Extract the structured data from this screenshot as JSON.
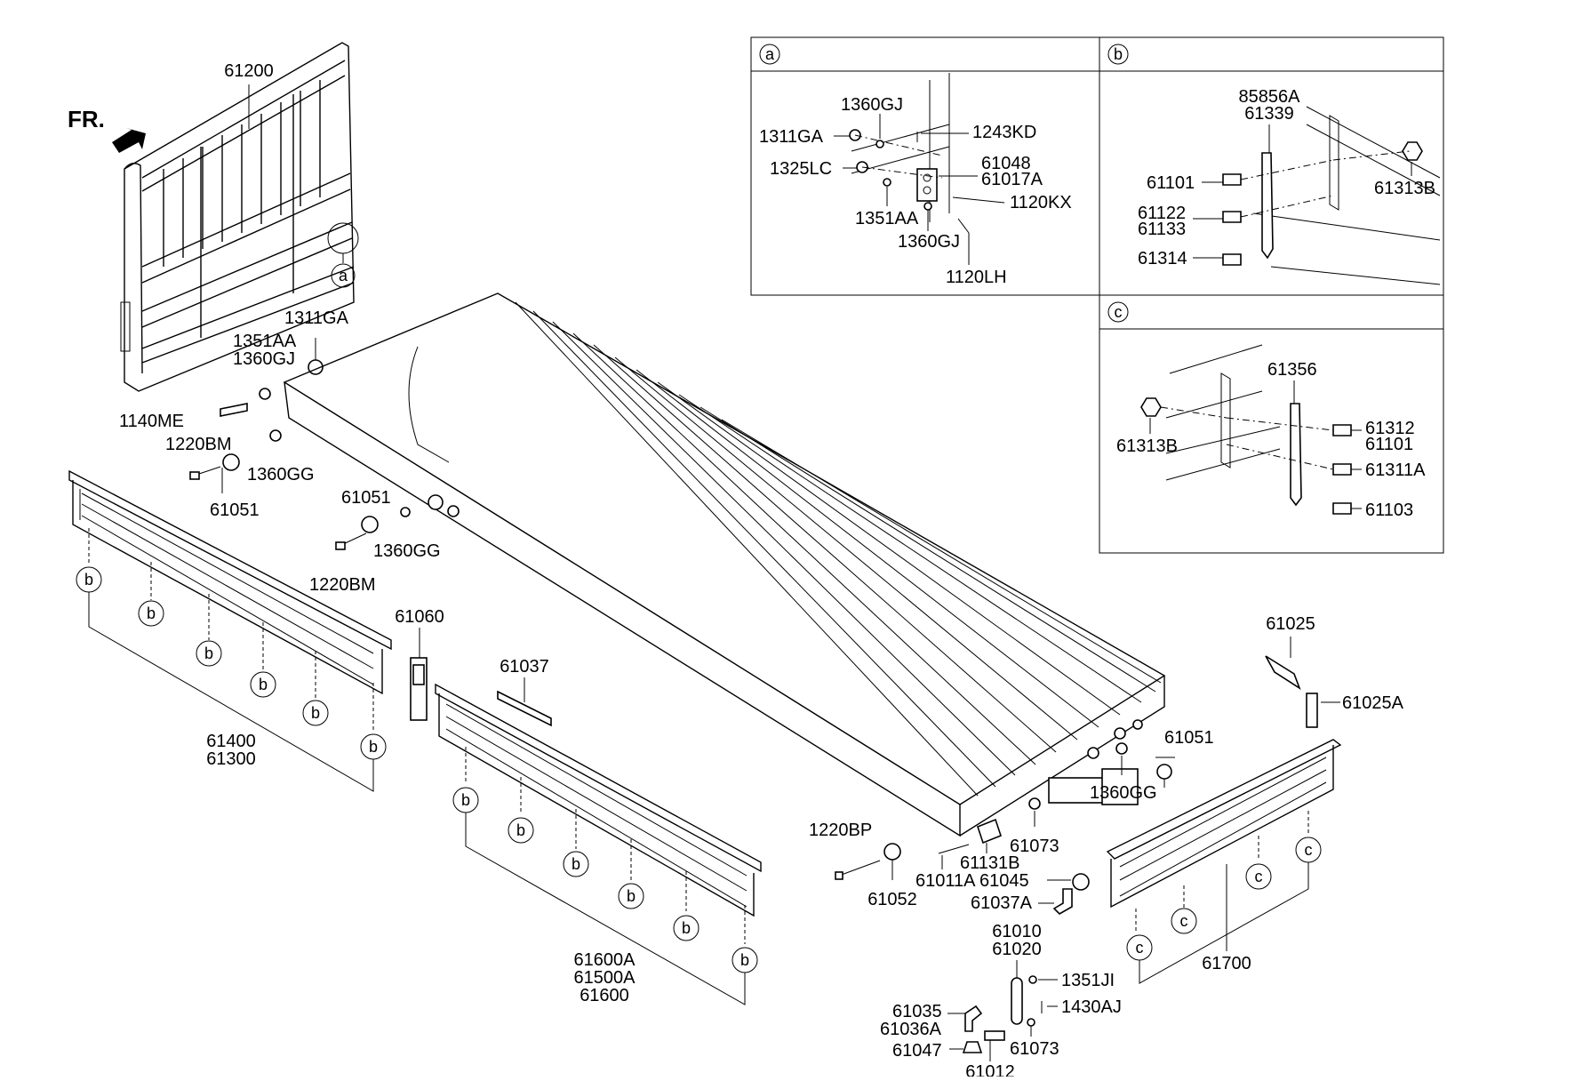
{
  "direction_label": "FR.",
  "main_labels": [
    "61200",
    "1311GA",
    "1351AA",
    "1360GJ",
    "1140ME",
    "1220BM",
    "1360GG",
    "61051",
    "61051",
    "1360GG",
    "1220BM",
    "61400",
    "61300",
    "61060",
    "61037",
    "61600A",
    "61500A",
    "61600",
    "61025",
    "61025A",
    "61051",
    "1360GG",
    "61073",
    "1220BP",
    "61052",
    "61011A",
    "61131B",
    "61045",
    "61037A",
    "61010",
    "61020",
    "1351JI",
    "1430AJ",
    "61035",
    "61036A",
    "61047",
    "61012",
    "61073",
    "61700"
  ],
  "detail_a": {
    "callout": "a",
    "labels": [
      "1360GJ",
      "1243KD",
      "1311GA",
      "1325LC",
      "61048",
      "61017A",
      "1351AA",
      "1120KX",
      "1360GJ",
      "1120LH"
    ]
  },
  "detail_b": {
    "callout": "b",
    "labels": [
      "85856A",
      "61339",
      "61101",
      "61313B",
      "61122",
      "61133",
      "61314"
    ]
  },
  "detail_c": {
    "callout": "c",
    "labels": [
      "61356",
      "61313B",
      "61312",
      "61101",
      "61311A",
      "61103"
    ]
  },
  "callouts": {
    "front_a": "a",
    "left_side_b": [
      "b",
      "b",
      "b",
      "b",
      "b",
      "b"
    ],
    "middle_side_b": [
      "b",
      "b",
      "b",
      "b",
      "b",
      "b"
    ],
    "rear_c": [
      "c",
      "c",
      "c",
      "c"
    ]
  }
}
